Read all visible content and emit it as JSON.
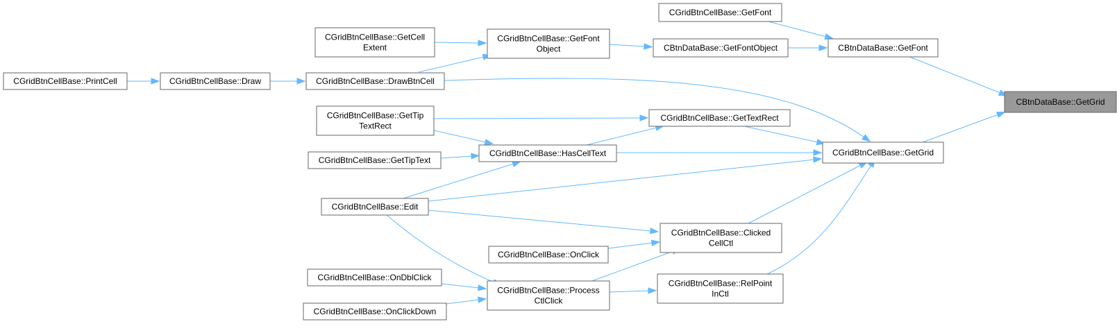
{
  "graph": {
    "nodes": [
      {
        "id": "n0",
        "lines": [
          "CBtnDataBase::GetGrid"
        ],
        "highlight": true
      },
      {
        "id": "n1",
        "lines": [
          "CBtnDataBase::GetFont"
        ]
      },
      {
        "id": "n2",
        "lines": [
          "CGridBtnCellBase::GetGrid"
        ]
      },
      {
        "id": "n3",
        "lines": [
          "CGridBtnCellBase::GetFont"
        ]
      },
      {
        "id": "n4",
        "lines": [
          "CBtnDataBase::GetFontObject"
        ]
      },
      {
        "id": "n5",
        "lines": [
          "CGridBtnCellBase::GetFont",
          "Object"
        ]
      },
      {
        "id": "n6",
        "lines": [
          "CGridBtnCellBase::GetCell",
          "Extent"
        ]
      },
      {
        "id": "n7",
        "lines": [
          "CGridBtnCellBase::DrawBtnCell"
        ]
      },
      {
        "id": "n8",
        "lines": [
          "CGridBtnCellBase::Draw"
        ]
      },
      {
        "id": "n9",
        "lines": [
          "CGridBtnCellBase::PrintCell"
        ]
      },
      {
        "id": "n10",
        "lines": [
          "CGridBtnCellBase::GetTextRect"
        ]
      },
      {
        "id": "n11",
        "lines": [
          "CGridBtnCellBase::GetTip",
          "TextRect"
        ]
      },
      {
        "id": "n12",
        "lines": [
          "CGridBtnCellBase::HasCellText"
        ]
      },
      {
        "id": "n13",
        "lines": [
          "CGridBtnCellBase::GetTipText"
        ]
      },
      {
        "id": "n14",
        "lines": [
          "CGridBtnCellBase::Edit"
        ]
      },
      {
        "id": "n15",
        "lines": [
          "CGridBtnCellBase::Clicked",
          "CellCtl"
        ]
      },
      {
        "id": "n16",
        "lines": [
          "CGridBtnCellBase::OnClick"
        ]
      },
      {
        "id": "n17",
        "lines": [
          "CGridBtnCellBase::Process",
          "CtlClick"
        ]
      },
      {
        "id": "n18",
        "lines": [
          "CGridBtnCellBase::OnDblClick"
        ]
      },
      {
        "id": "n19",
        "lines": [
          "CGridBtnCellBase::OnClickDown"
        ]
      },
      {
        "id": "n20",
        "lines": [
          "CGridBtnCellBase::RelPoint",
          "InCtl"
        ]
      }
    ],
    "edges": [
      {
        "from": "n1",
        "to": "n0"
      },
      {
        "from": "n2",
        "to": "n0"
      },
      {
        "from": "n3",
        "to": "n1"
      },
      {
        "from": "n4",
        "to": "n1"
      },
      {
        "from": "n5",
        "to": "n4"
      },
      {
        "from": "n6",
        "to": "n5"
      },
      {
        "from": "n7",
        "to": "n5"
      },
      {
        "from": "n8",
        "to": "n7"
      },
      {
        "from": "n9",
        "to": "n8"
      },
      {
        "from": "n7",
        "to": "n2"
      },
      {
        "from": "n10",
        "to": "n2"
      },
      {
        "from": "n11",
        "to": "n10"
      },
      {
        "from": "n12",
        "to": "n10"
      },
      {
        "from": "n11",
        "to": "n12"
      },
      {
        "from": "n13",
        "to": "n12"
      },
      {
        "from": "n14",
        "to": "n12"
      },
      {
        "from": "n12",
        "to": "n2"
      },
      {
        "from": "n14",
        "to": "n2"
      },
      {
        "from": "n15",
        "to": "n2"
      },
      {
        "from": "n14",
        "to": "n15"
      },
      {
        "from": "n16",
        "to": "n15"
      },
      {
        "from": "n17",
        "to": "n15"
      },
      {
        "from": "n14",
        "to": "n17"
      },
      {
        "from": "n18",
        "to": "n17"
      },
      {
        "from": "n19",
        "to": "n17"
      },
      {
        "from": "n17",
        "to": "n20"
      },
      {
        "from": "n20",
        "to": "n2"
      }
    ]
  }
}
